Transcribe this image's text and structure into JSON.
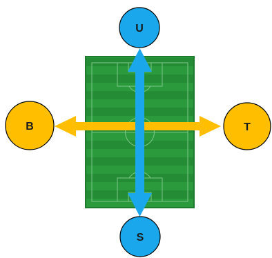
{
  "nodes": {
    "top": {
      "label": "U"
    },
    "bottom": {
      "label": "S"
    },
    "left": {
      "label": "B"
    },
    "right": {
      "label": "T"
    }
  },
  "colors": {
    "pitch_light": "#2a9a3c",
    "pitch_dark": "#238a34",
    "pitch_border": "#1e7a2c",
    "vertical_arrow": "#1aa7ec",
    "horizontal_arrow": "#ffbf00",
    "node_blue": "#1aa7ec",
    "node_yellow": "#ffbf00",
    "node_stroke": "#000000"
  },
  "icons": {
    "pitch": "football-pitch-icon"
  }
}
